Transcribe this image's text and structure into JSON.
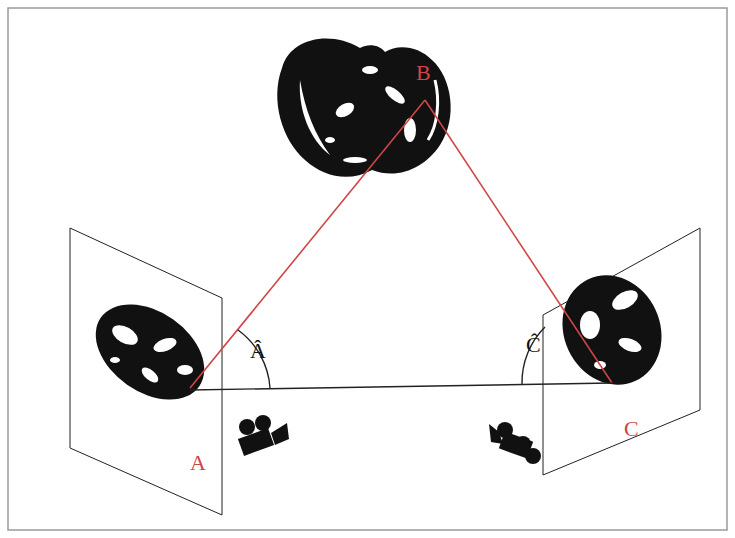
{
  "diagram": {
    "labels": [
      "B",
      "A",
      "C",
      "Â",
      "Ĉ"
    ]
  }
}
